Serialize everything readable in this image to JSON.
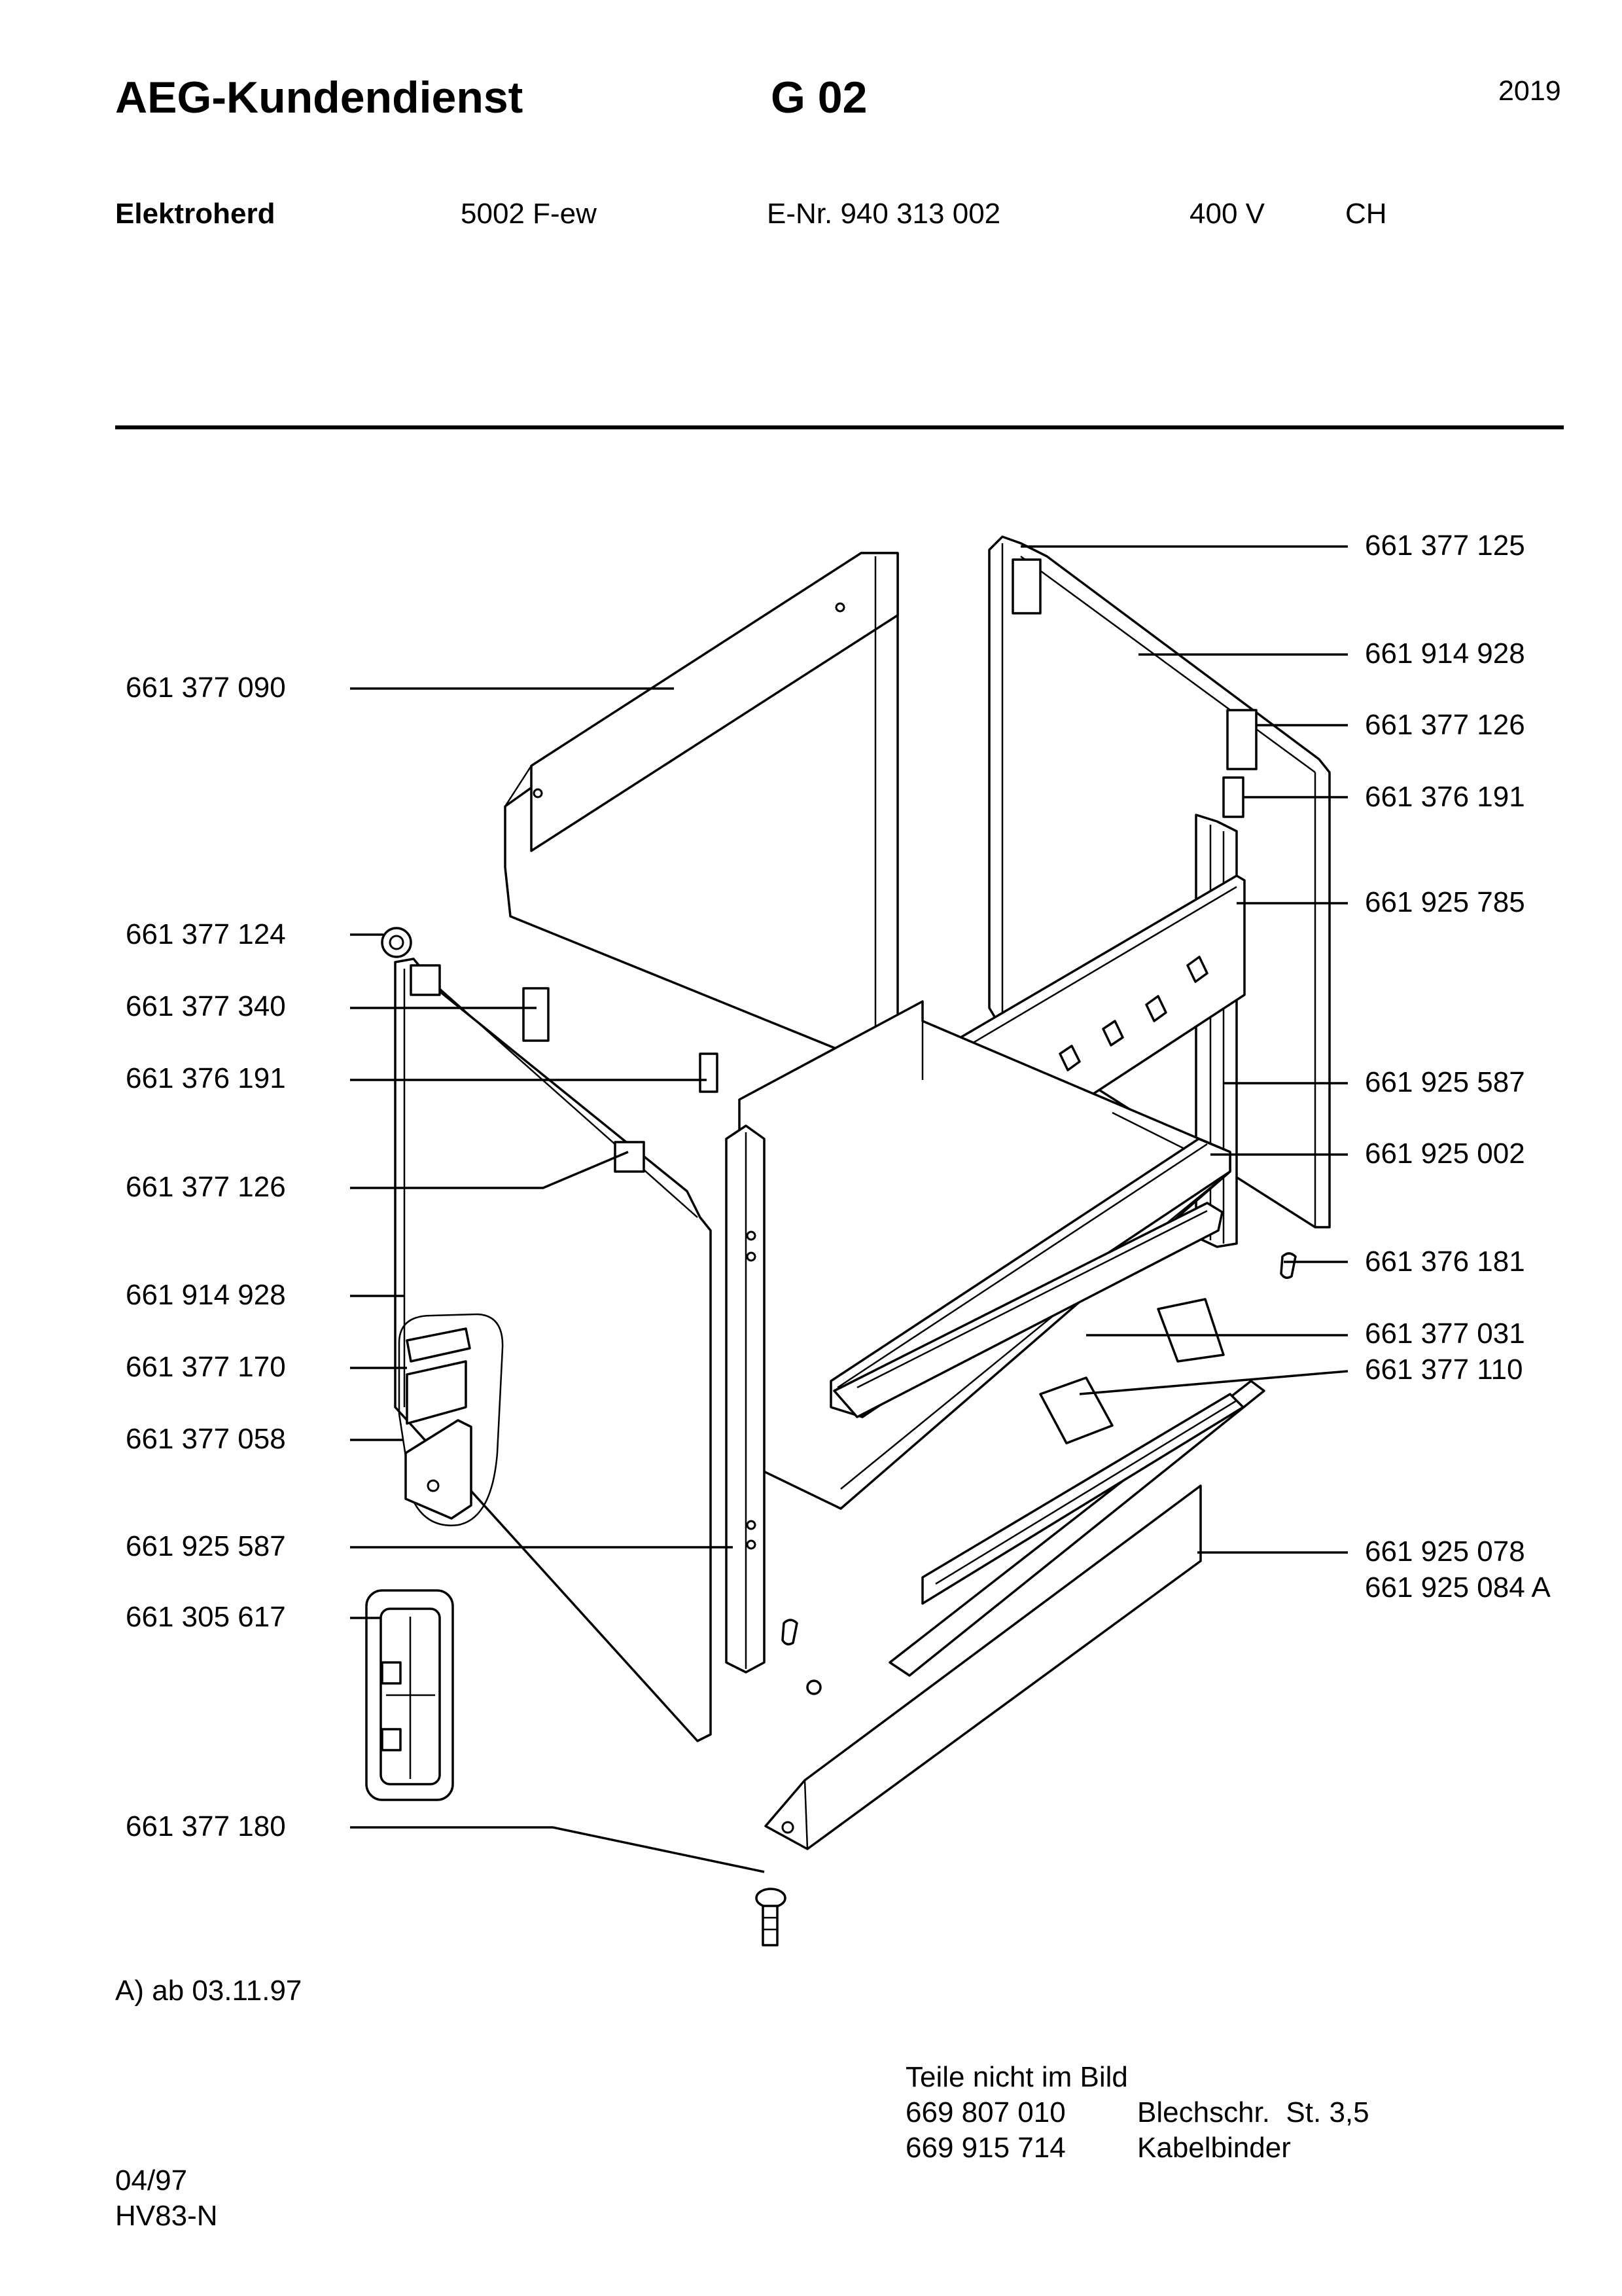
{
  "header": {
    "title": "AEG-Kundendienst",
    "section": "G 02",
    "number": "2019"
  },
  "product": {
    "type": "Elektroherd",
    "model": "5002 F-ew",
    "enr": "E-Nr. 940 313 002",
    "voltage": "400 V",
    "country": "CH"
  },
  "labels_left": [
    "661 377 090",
    "661 377 124",
    "661 377 340",
    "661 376 191",
    "661 377 126",
    "661 914 928",
    "661 377 170",
    "661 377 058",
    "661 925 587",
    "661 305 617",
    "661 377 180"
  ],
  "labels_right": [
    "661 377 125",
    "661 914 928",
    "661 377 126",
    "661 376 191",
    "661 925 785",
    "661 925 587",
    "661 925 002",
    "661 376 181",
    "661 377 031",
    "661 377 110",
    "661 925 078",
    "661 925 084 A"
  ],
  "footnote": "A) ab 03.11.97",
  "not_shown": {
    "heading": "Teile nicht im Bild",
    "items": [
      {
        "number": "669 807 010",
        "name": "Blechschr.  St. 3,5"
      },
      {
        "number": "669 915 714",
        "name": "Kabelbinder"
      }
    ]
  },
  "footer": {
    "date": "04/97",
    "code": "HV83-N"
  }
}
